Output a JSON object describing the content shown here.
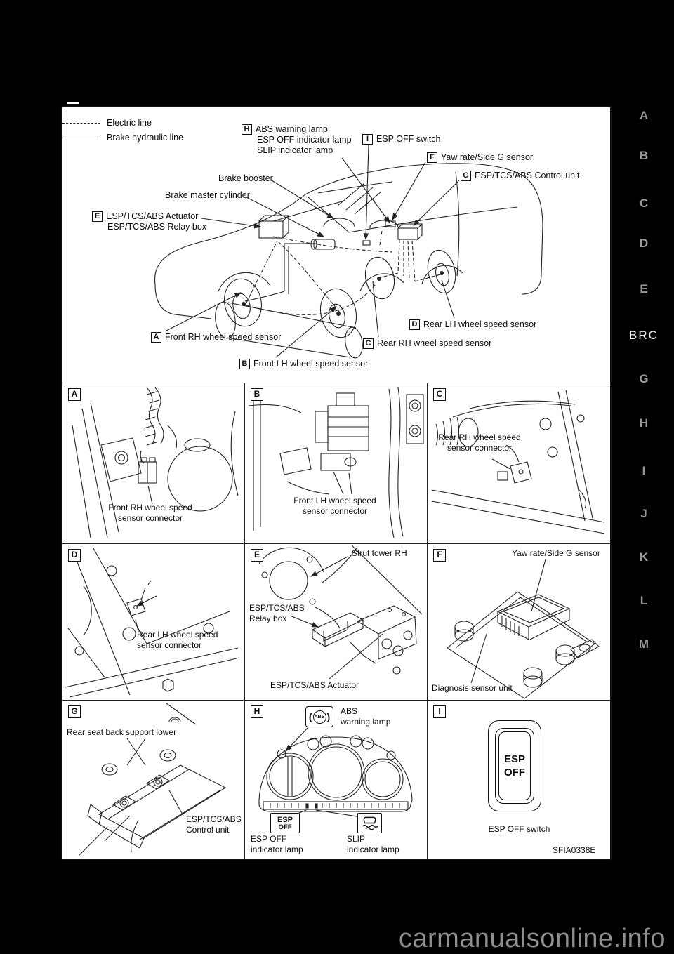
{
  "page": {
    "watermark": "carmanualsonline.info"
  },
  "margin_tabs": {
    "items": [
      "A",
      "B",
      "C",
      "D",
      "E",
      "BRC",
      "G",
      "H",
      "I",
      "J",
      "K",
      "L",
      "M"
    ],
    "active": "BRC"
  },
  "diagram": {
    "legend": {
      "electric": "Electric line",
      "hydraulic": "Brake hydraulic line"
    },
    "callouts": {
      "warning_lamps": {
        "key": "H",
        "line1": "ABS  warning lamp",
        "line2": "ESP OFF indicator lamp",
        "line3": "SLIP indicator lamp"
      },
      "esp_off_switch": {
        "key": "I",
        "text": "ESP OFF switch"
      },
      "yaw_sensor": {
        "key": "F",
        "text": "Yaw rate/Side G sensor"
      },
      "control_unit": {
        "key": "G",
        "text": "ESP/TCS/ABS Control unit"
      },
      "brake_booster": {
        "text": "Brake booster"
      },
      "brake_master_cylinder": {
        "text": "Brake master cylinder"
      },
      "actuator": {
        "key": "E",
        "line1": "ESP/TCS/ABS Actuator",
        "line2": "ESP/TCS/ABS Relay box"
      },
      "front_rh": {
        "key": "A",
        "text": "Front RH wheel speed sensor"
      },
      "front_lh": {
        "key": "B",
        "text": "Front LH wheel speed sensor"
      },
      "rear_rh": {
        "key": "C",
        "text": "Rear RH wheel speed sensor"
      },
      "rear_lh": {
        "key": "D",
        "text": "Rear LH wheel speed sensor"
      }
    }
  },
  "panels": {
    "a": {
      "key": "A",
      "line1": "Front RH wheel speed",
      "line2": "sensor connector"
    },
    "b": {
      "key": "B",
      "line1": "Front LH wheel speed",
      "line2": "sensor connector"
    },
    "c": {
      "key": "C",
      "line1": "Rear RH wheel speed",
      "line2": "sensor connector"
    },
    "d": {
      "key": "D",
      "line1": "Rear LH wheel speed",
      "line2": "sensor connector"
    },
    "e": {
      "key": "E",
      "strut": "Strut tower RH",
      "relay1": "ESP/TCS/ABS",
      "relay2": "Relay box",
      "actuator": "ESP/TCS/ABS Actuator"
    },
    "f": {
      "key": "F",
      "yaw": "Yaw rate/Side G sensor",
      "diagnosis": "Diagnosis sensor unit"
    },
    "g": {
      "key": "G",
      "support": "Rear seat back support lower",
      "control1": "ESP/TCS/ABS",
      "control2": "Control unit"
    },
    "h": {
      "key": "H",
      "abs_icon": "ABS",
      "abs1": "ABS",
      "abs2": "warning lamp",
      "esp_icon1": "ESP",
      "esp_icon2": "OFF",
      "esp1": "ESP OFF",
      "esp2": "indicator lamp",
      "slip1": "SLIP",
      "slip2": "indicator lamp"
    },
    "i": {
      "key": "I",
      "switch1": "ESP",
      "switch2": "OFF",
      "label": "ESP OFF switch",
      "figure_code": "SFIA0338E"
    }
  }
}
